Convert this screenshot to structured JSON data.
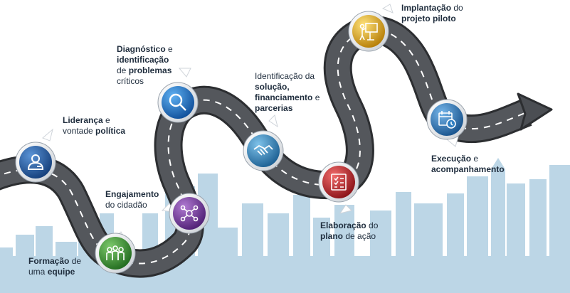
{
  "colors": {
    "sky": "#bcd6e6",
    "road": "#4b4e53",
    "road_edge": "#2c2e31",
    "lane": "#ffffff",
    "step1": "#1f5fa6",
    "step2": "#3f9a3a",
    "step3": "#7a3fa0",
    "step4": "#1f7ad0",
    "step5": "#2a86c7",
    "step6": "#c8262c",
    "step7": "#e6b21a",
    "step8": "#2f7fc2"
  },
  "steps": [
    {
      "id": "lideranca",
      "icon": "leader-icon",
      "parts": [
        {
          "t": "Liderança",
          "b": true
        },
        {
          "t": " e vontade ",
          "b": false
        },
        {
          "t": "política",
          "b": true
        }
      ]
    },
    {
      "id": "formacao",
      "icon": "team-icon",
      "parts": [
        {
          "t": "Formação",
          "b": true
        },
        {
          "t": " de uma ",
          "b": false
        },
        {
          "t": "equipe",
          "b": true
        }
      ]
    },
    {
      "id": "engajamento",
      "icon": "network-icon",
      "parts": [
        {
          "t": "Engajamento",
          "b": true
        },
        {
          "t": " do cidadão",
          "b": false
        }
      ]
    },
    {
      "id": "diagnostico",
      "icon": "magnifier-icon",
      "parts": [
        {
          "t": "Diagnóstico",
          "b": true
        },
        {
          "t": " e ",
          "b": false
        },
        {
          "t": "identificação",
          "b": true
        },
        {
          "t": " de ",
          "b": false
        },
        {
          "t": "problemas",
          "b": true
        },
        {
          "t": " críticos",
          "b": false
        }
      ]
    },
    {
      "id": "identificacao",
      "icon": "handshake-icon",
      "parts": [
        {
          "t": "Identificação da ",
          "b": false
        },
        {
          "t": "solução,",
          "b": true
        },
        {
          "t": " ",
          "b": false
        },
        {
          "t": "financiamento",
          "b": true
        },
        {
          "t": " e ",
          "b": false
        },
        {
          "t": "parcerias",
          "b": true
        }
      ]
    },
    {
      "id": "elaboracao",
      "icon": "checklist-icon",
      "parts": [
        {
          "t": "Elaboração",
          "b": true
        },
        {
          "t": " do ",
          "b": false
        },
        {
          "t": "plano",
          "b": true
        },
        {
          "t": " de ação",
          "b": false
        }
      ]
    },
    {
      "id": "implantacao",
      "icon": "presentation-icon",
      "parts": [
        {
          "t": "Implantação",
          "b": true
        },
        {
          "t": " do ",
          "b": false
        },
        {
          "t": "projeto piloto",
          "b": true
        }
      ]
    },
    {
      "id": "execucao",
      "icon": "calendar-icon",
      "parts": [
        {
          "t": "Execução",
          "b": true
        },
        {
          "t": " e ",
          "b": false
        },
        {
          "t": "acompanhamento",
          "b": true
        }
      ]
    }
  ]
}
